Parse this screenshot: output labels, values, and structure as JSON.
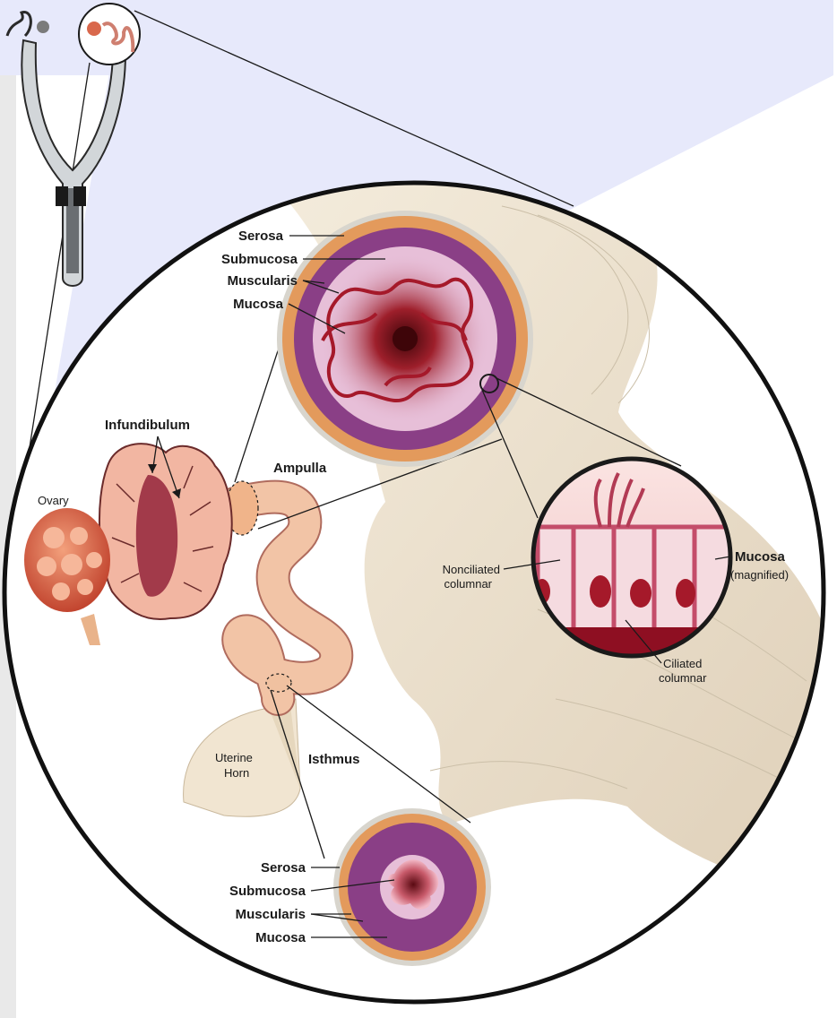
{
  "labels": {
    "upper_section": {
      "serosa": "Serosa",
      "submucosa": "Submucosa",
      "muscularis": "Muscularis",
      "mucosa": "Mucosa"
    },
    "lower_section": {
      "serosa": "Serosa",
      "submucosa": "Submucosa",
      "muscularis": "Muscularis",
      "mucosa": "Mucosa"
    },
    "infundibulum": "Infundibulum",
    "ampulla": "Ampulla",
    "ovary": "Ovary",
    "isthmus": "Isthmus",
    "uterine_horn_line1": "Uterine",
    "uterine_horn_line2": "Horn",
    "nonciliated_line1": "Nonciliated",
    "nonciliated_line2": "columnar",
    "mucosa_magnified_title": "Mucosa",
    "mucosa_magnified_note": "(magnified)",
    "ciliated_line1": "Ciliated",
    "ciliated_line2": "columnar"
  },
  "colors": {
    "serosa": "#e39a5c",
    "muscularis": "#8a3f86",
    "submucosa": "#e7bfd8",
    "mucosa": "#a5192a",
    "lumen": "#4a0810",
    "uterus": "#efe3cf",
    "tube": "#f2c4a6",
    "zoom_panel": "#e7e9fb"
  }
}
